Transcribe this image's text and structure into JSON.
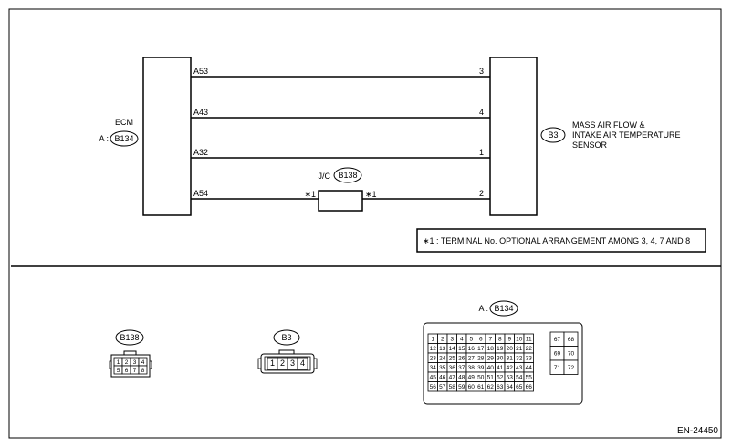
{
  "ecm": {
    "name": "ECM",
    "connector_prefix": "A :",
    "connector": "B134"
  },
  "sensor": {
    "connector": "B3",
    "name_lines": [
      "MASS AIR FLOW &",
      "INTAKE AIR TEMPERATURE",
      "SENSOR"
    ]
  },
  "wires": [
    {
      "ecm_terminal": "A53",
      "sensor_terminal": "3"
    },
    {
      "ecm_terminal": "A43",
      "sensor_terminal": "4"
    },
    {
      "ecm_terminal": "A32",
      "sensor_terminal": "1"
    },
    {
      "ecm_terminal": "A54",
      "sensor_terminal": "2"
    }
  ],
  "jc": {
    "label": "J/C",
    "connector": "B138",
    "left_mark": "∗1",
    "right_mark": "∗1"
  },
  "note": "∗1 : TERMINAL No. OPTIONAL ARRANGEMENT AMONG 3, 4, 7 AND 8",
  "connector_views": {
    "b138": {
      "label": "B138",
      "top_row": [
        "1",
        "2",
        "3",
        "4"
      ],
      "bottom_row": [
        "5",
        "6",
        "7",
        "8"
      ]
    },
    "b3": {
      "label": "B3",
      "pins": [
        "1",
        "2",
        "3",
        "4"
      ]
    },
    "b134": {
      "prefix": "A :",
      "label": "B134",
      "main_rows": [
        [
          "1",
          "2",
          "3",
          "4",
          "5",
          "6",
          "7",
          "8",
          "9",
          "10",
          "11"
        ],
        [
          "12",
          "13",
          "14",
          "15",
          "16",
          "17",
          "18",
          "19",
          "20",
          "21",
          "22"
        ],
        [
          "23",
          "24",
          "25",
          "26",
          "27",
          "28",
          "29",
          "30",
          "31",
          "32",
          "33"
        ],
        [
          "34",
          "35",
          "36",
          "37",
          "38",
          "39",
          "40",
          "41",
          "42",
          "43",
          "44"
        ],
        [
          "45",
          "46",
          "47",
          "48",
          "49",
          "50",
          "51",
          "52",
          "53",
          "54",
          "55"
        ],
        [
          "56",
          "57",
          "58",
          "59",
          "60",
          "61",
          "62",
          "63",
          "64",
          "65",
          "66"
        ]
      ],
      "side_rows": [
        [
          "67",
          "68"
        ],
        [
          "69",
          "70"
        ],
        [
          "71",
          "72"
        ]
      ]
    }
  },
  "footer_code": "EN-24450"
}
